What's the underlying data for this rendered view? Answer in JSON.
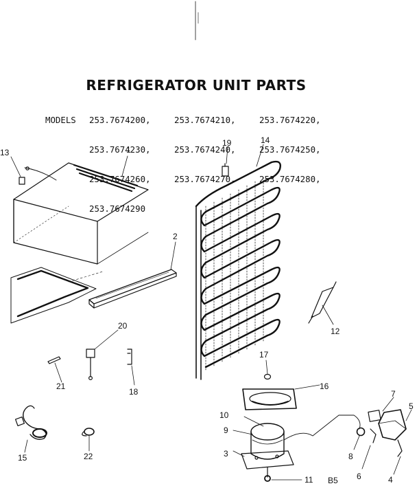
{
  "title": "REFRIGERATOR UNIT PARTS",
  "models": {
    "label": "MODELS",
    "rows": [
      [
        "253.7674200,",
        "253.7674210,",
        "253.7674220,"
      ],
      [
        "253.7674230,",
        "253.7674240,",
        "253.7674250,"
      ],
      [
        "253.7674260,",
        "253.7674270,",
        "253.7674280,"
      ],
      [
        "253.7674290",
        "",
        ""
      ]
    ]
  },
  "callouts": [
    "1",
    "2",
    "3",
    "4",
    "5",
    "6",
    "7",
    "8",
    "9",
    "10",
    "11",
    "12",
    "13",
    "14",
    "15",
    "16",
    "17",
    "18",
    "19",
    "20",
    "21",
    "22"
  ],
  "page_code": "B5"
}
